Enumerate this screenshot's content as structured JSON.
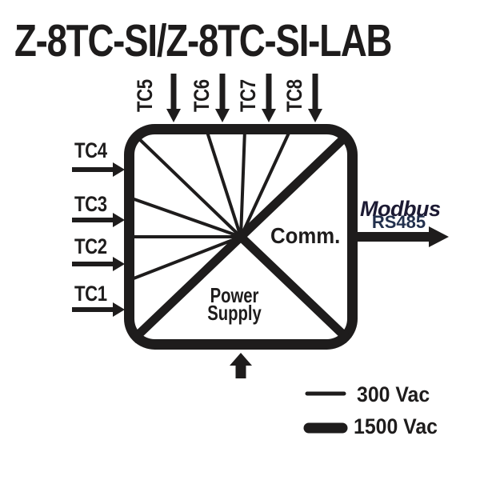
{
  "title": "Z-8TC-SI/Z-8TC-SI-LAB",
  "inputs": {
    "left": [
      "TC4",
      "TC3",
      "TC2",
      "TC1"
    ],
    "top": [
      "TC5",
      "TC6",
      "TC7",
      "TC8"
    ]
  },
  "sections": {
    "comm": "Comm.",
    "power_line1": "Power",
    "power_line2": "Supply"
  },
  "output": {
    "protocol": "Modbus",
    "interface": "RS485"
  },
  "legend": [
    {
      "line": "thin",
      "label": "300 Vac"
    },
    {
      "line": "thick",
      "label": "1500 Vac"
    }
  ],
  "colors": {
    "line": "#1e1c1c",
    "modbus": "#1c1a33",
    "rs485": "#22304d"
  }
}
